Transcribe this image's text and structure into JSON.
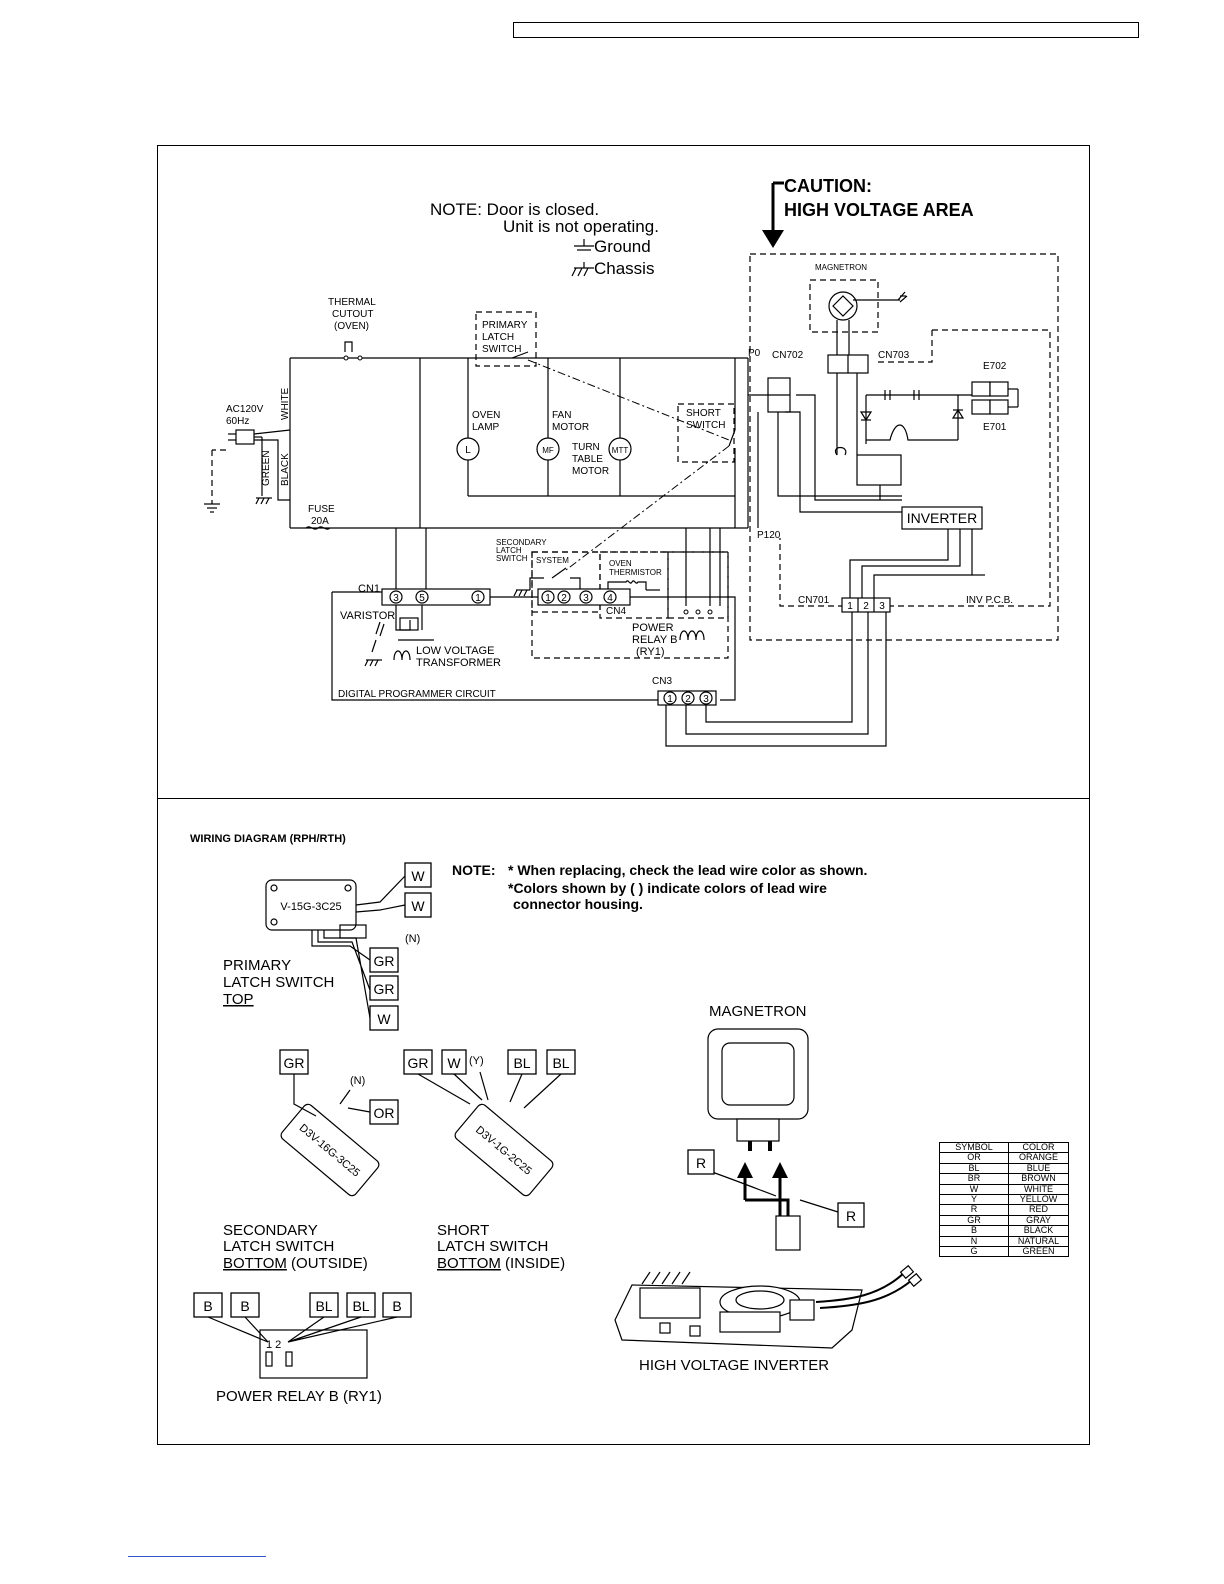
{
  "note": {
    "line1": "NOTE:  Door is closed.",
    "line2": "Unit is not operating.",
    "ground": "Ground",
    "chassis": "Chassis"
  },
  "caution": {
    "line1": "CAUTION:",
    "line2": "HIGH VOLTAGE AREA"
  },
  "schematic": {
    "thermal_cutout": [
      "THERMAL",
      "CUTOUT",
      "(OVEN)"
    ],
    "primary_latch": [
      "PRIMARY",
      "LATCH",
      "SWITCH"
    ],
    "ac_source": [
      "AC120V",
      "60Hz"
    ],
    "white": "WHITE",
    "green": "GREEN",
    "black": "BLACK",
    "fuse": [
      "FUSE",
      "20A"
    ],
    "oven_lamp": [
      "OVEN",
      "LAMP"
    ],
    "lamp_symbol": "L",
    "fan_motor": [
      "FAN",
      "MOTOR"
    ],
    "fan_symbol": "MF",
    "turntable_motor": [
      "TURN",
      "TABLE",
      "MOTOR"
    ],
    "turntable_symbol": "MTT",
    "short_switch": [
      "SHORT",
      "SWITCH"
    ],
    "magnetron": "MAGNETRON",
    "cn702": "CN702",
    "cn703": "CN703",
    "p0": "P0",
    "p120": "P120",
    "e702": "E702",
    "e701": "E701",
    "inverter": "INVERTER",
    "cn701": "CN701",
    "inv_pcb": "INV P.C.B.",
    "secondary_latch": [
      "SECONDARY",
      "LATCH",
      "SWITCH"
    ],
    "system": "SYSTEM",
    "oven_thermistor": [
      "OVEN",
      "THERMISTOR"
    ],
    "cn1": "CN1",
    "cn4": "CN4",
    "cn3": "CN3",
    "varistor": "VARISTOR",
    "low_voltage_transformer": [
      "LOW VOLTAGE",
      "TRANSFORMER"
    ],
    "power_relay": [
      "POWER",
      "RELAY B",
      "(RY1)"
    ],
    "digital_programmer": "DIGITAL PROGRAMMER CIRCUIT",
    "pins": {
      "cn1": [
        "3",
        "5",
        "1"
      ],
      "cn4": [
        "1",
        "2",
        "3",
        "4"
      ],
      "cn701": [
        "1",
        "2",
        "3"
      ],
      "cn3": [
        "1",
        "2",
        "3"
      ]
    }
  },
  "wiring": {
    "title": "WIRING DIAGRAM (RPH/RTH)",
    "note_label": "NOTE:",
    "note1": "* When replacing, check the lead wire color as shown.",
    "note2": "*Colors shown by ( ) indicate colors of lead wire",
    "note3": "connector housing.",
    "primary_part": "V-15G-3C25",
    "primary_caption": [
      "PRIMARY",
      "LATCH SWITCH",
      "TOP"
    ],
    "primary_tags": [
      "W",
      "W",
      "GR",
      "GR",
      "W"
    ],
    "housing_n": "(N)",
    "housing_y": "(Y)",
    "secondary_part": "D3V-16G-3C25",
    "secondary_tags": [
      "GR",
      "OR"
    ],
    "secondary_caption": [
      "SECONDARY",
      "LATCH SWITCH",
      "BOTTOM",
      " (OUTSIDE)"
    ],
    "short_part": "D3V-1G-2C25",
    "short_tags": [
      "GR",
      "W",
      "BL",
      "BL"
    ],
    "short_caption": [
      "SHORT",
      "LATCH SWITCH",
      "BOTTOM",
      " (INSIDE)"
    ],
    "relay_tags": [
      "B",
      "B",
      "BL",
      "BL",
      "B"
    ],
    "relay_pins": "1  2",
    "relay_caption": "POWER RELAY B (RY1)",
    "magnetron_title": "MAGNETRON",
    "magnetron_tags": [
      "R",
      "R"
    ],
    "inverter_caption": "HIGH VOLTAGE INVERTER"
  },
  "color_table": {
    "headers": [
      "SYMBOL",
      "COLOR"
    ],
    "rows": [
      [
        "OR",
        "ORANGE"
      ],
      [
        "BL",
        "BLUE"
      ],
      [
        "BR",
        "BROWN"
      ],
      [
        "W",
        "WHITE"
      ],
      [
        "Y",
        "YELLOW"
      ],
      [
        "R",
        "RED"
      ],
      [
        "GR",
        "GRAY"
      ],
      [
        "B",
        "BLACK"
      ],
      [
        "N",
        "NATURAL"
      ],
      [
        "G",
        "GREEN"
      ]
    ]
  }
}
